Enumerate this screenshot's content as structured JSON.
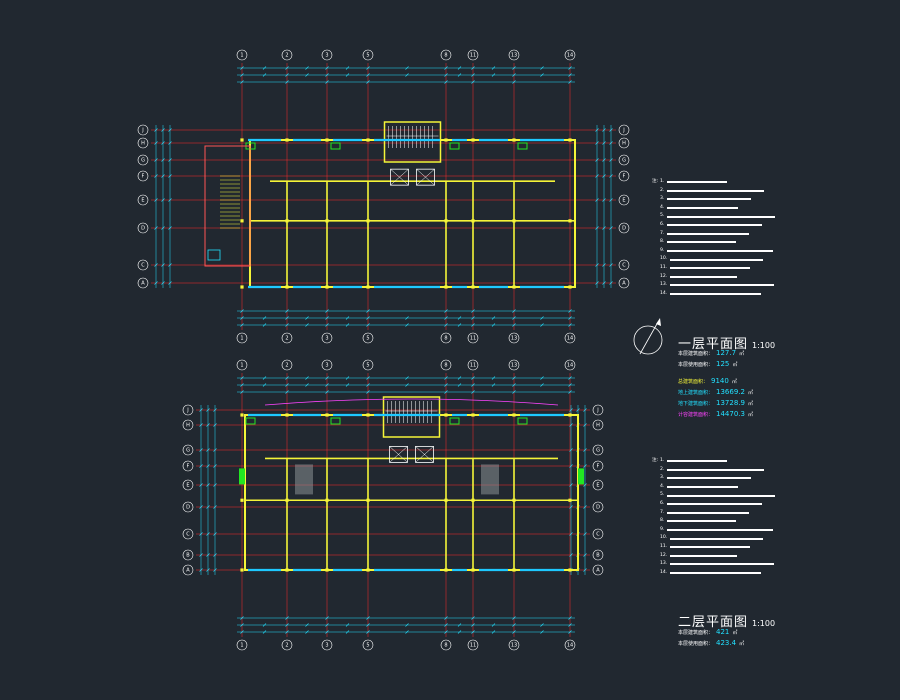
{
  "floors": [
    {
      "id": "first",
      "title": "一层平面图",
      "scale": "1:100",
      "top_axes": [
        "1",
        "2",
        "3",
        "5",
        "8",
        "11",
        "13",
        "14"
      ],
      "bottom_axes": [
        "1",
        "2",
        "3",
        "5",
        "8",
        "11",
        "13",
        "14"
      ],
      "left_axes": [
        "J",
        "H",
        "G",
        "F",
        "E",
        "D",
        "C",
        "A"
      ],
      "right_axes": [
        "J",
        "H",
        "G",
        "F",
        "E",
        "D",
        "C",
        "A"
      ]
    },
    {
      "id": "second",
      "title": "二层平面图",
      "scale": "1:100",
      "top_axes": [
        "1",
        "2",
        "3",
        "5",
        "8",
        "11",
        "13",
        "14"
      ],
      "bottom_axes": [
        "1",
        "2",
        "3",
        "5",
        "8",
        "11",
        "13",
        "14"
      ],
      "left_axes": [
        "J",
        "H",
        "G",
        "F",
        "E",
        "D",
        "C",
        "B",
        "A"
      ],
      "right_axes": [
        "J",
        "H",
        "G",
        "F",
        "E",
        "D",
        "C",
        "B",
        "A"
      ]
    }
  ],
  "area_summary_1": [
    {
      "label": "本层建筑面积：",
      "value": "127.7",
      "unit": "㎡"
    },
    {
      "label": "本层使用面积：",
      "value": "125",
      "unit": "㎡"
    }
  ],
  "area_summary_1b": [
    {
      "label": "总建筑面积：",
      "value": "9140",
      "unit": "㎡"
    },
    {
      "label": "地上建筑面积：",
      "value": "13669.2",
      "unit": "㎡"
    },
    {
      "label": "地下建筑面积：",
      "value": "13728.9",
      "unit": "㎡"
    },
    {
      "label": "计容建筑面积：",
      "value": "14470.3",
      "unit": "㎡"
    }
  ],
  "area_summary_2": [
    {
      "label": "本层建筑面积：",
      "value": "421",
      "unit": "㎡"
    },
    {
      "label": "本层使用面积：",
      "value": "423.4",
      "unit": "㎡"
    }
  ],
  "notes": {
    "head": "注:",
    "items": [
      "1.",
      "2.",
      "3.",
      "4.",
      "5.",
      "6.",
      "7.",
      "8.",
      "9.",
      "10.",
      "11.",
      "12.",
      "13.",
      "14."
    ]
  },
  "colors": {
    "background": "#212830",
    "wall": "#f5f538",
    "axis": "#ff2a2a",
    "dimension": "#22e0ff",
    "text": "#ffffff",
    "window": "#1ec8ff",
    "green": "#22e622",
    "magenta": "#ff44ff"
  }
}
